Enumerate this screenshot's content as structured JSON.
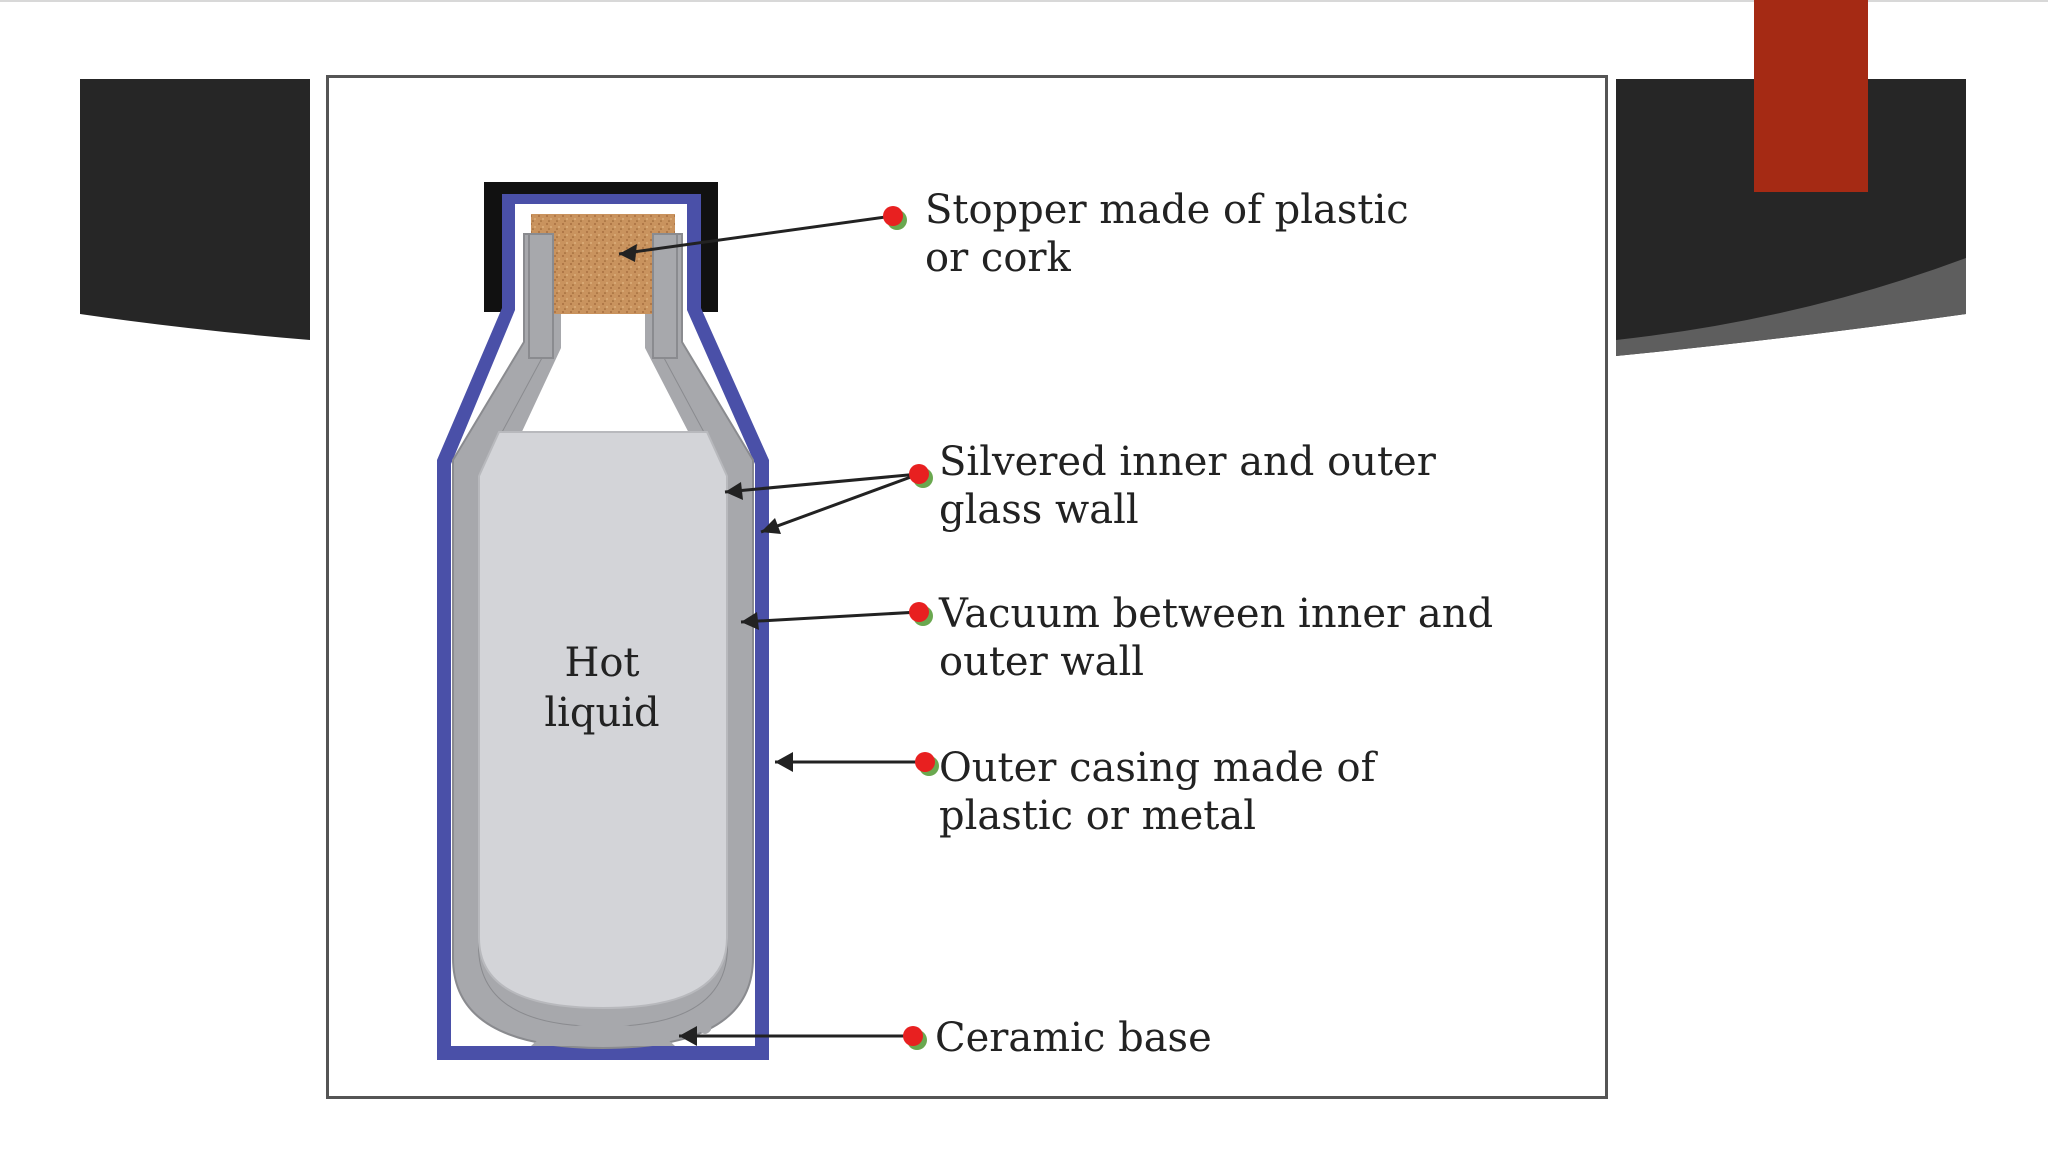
{
  "diagram": {
    "liquid_label": [
      "Hot",
      "liquid"
    ],
    "callouts": [
      {
        "id": "stopper",
        "lines": [
          "Stopper made of plastic",
          "or cork"
        ]
      },
      {
        "id": "silvered",
        "lines": [
          "Silvered inner and outer",
          "glass wall"
        ]
      },
      {
        "id": "vacuum",
        "lines": [
          "Vacuum between inner and",
          "outer wall"
        ]
      },
      {
        "id": "casing",
        "lines": [
          "Outer casing made of",
          "plastic or metal"
        ]
      },
      {
        "id": "ceramic",
        "lines": [
          "Ceramic base"
        ]
      }
    ]
  },
  "colors": {
    "accent_bar": "#a52a14",
    "dark_band": "#262626",
    "outer_casing": "#4a50a8",
    "glass_wall": "#a7a8ac",
    "liquid": "#d3d4d8",
    "cork": "#c9935e",
    "callout_dot": "#e82020"
  }
}
